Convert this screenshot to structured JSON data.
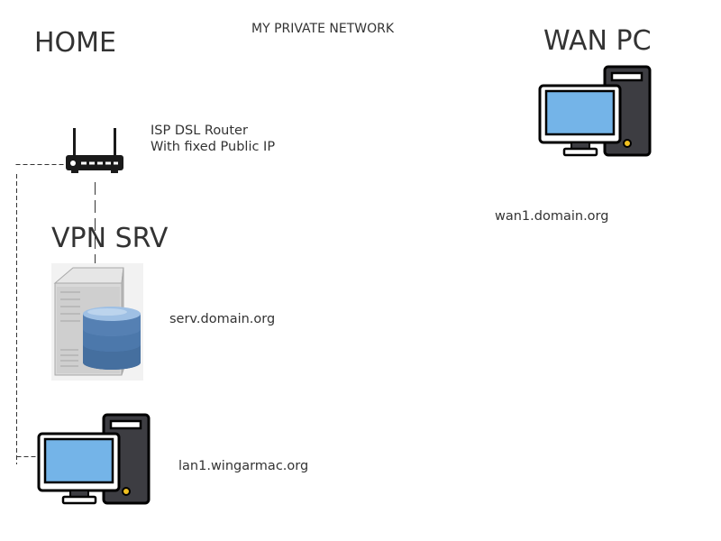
{
  "diagram": {
    "title": "MY PRIVATE NETWORK"
  },
  "zones": {
    "home": "HOME",
    "wan_pc": "WAN PC",
    "vpn_srv": "VPN SRV"
  },
  "nodes": {
    "router": {
      "line1": "ISP DSL Router",
      "line2": "With fixed Public IP",
      "icon": "router-icon"
    },
    "server": {
      "hostname": "serv.domain.org",
      "icon": "database-server-icon"
    },
    "wan_computer": {
      "hostname": "wan1.domain.org",
      "icon": "desktop-computer-icon"
    },
    "lan_computer": {
      "hostname": "lan1.wingarmac.org",
      "icon": "desktop-computer-icon"
    }
  },
  "colors": {
    "text": "#333333",
    "screen": "#74b4e8",
    "dark": "#1a1a1a",
    "tower": "#3d3d42",
    "db_blue": "#4a74a8"
  }
}
